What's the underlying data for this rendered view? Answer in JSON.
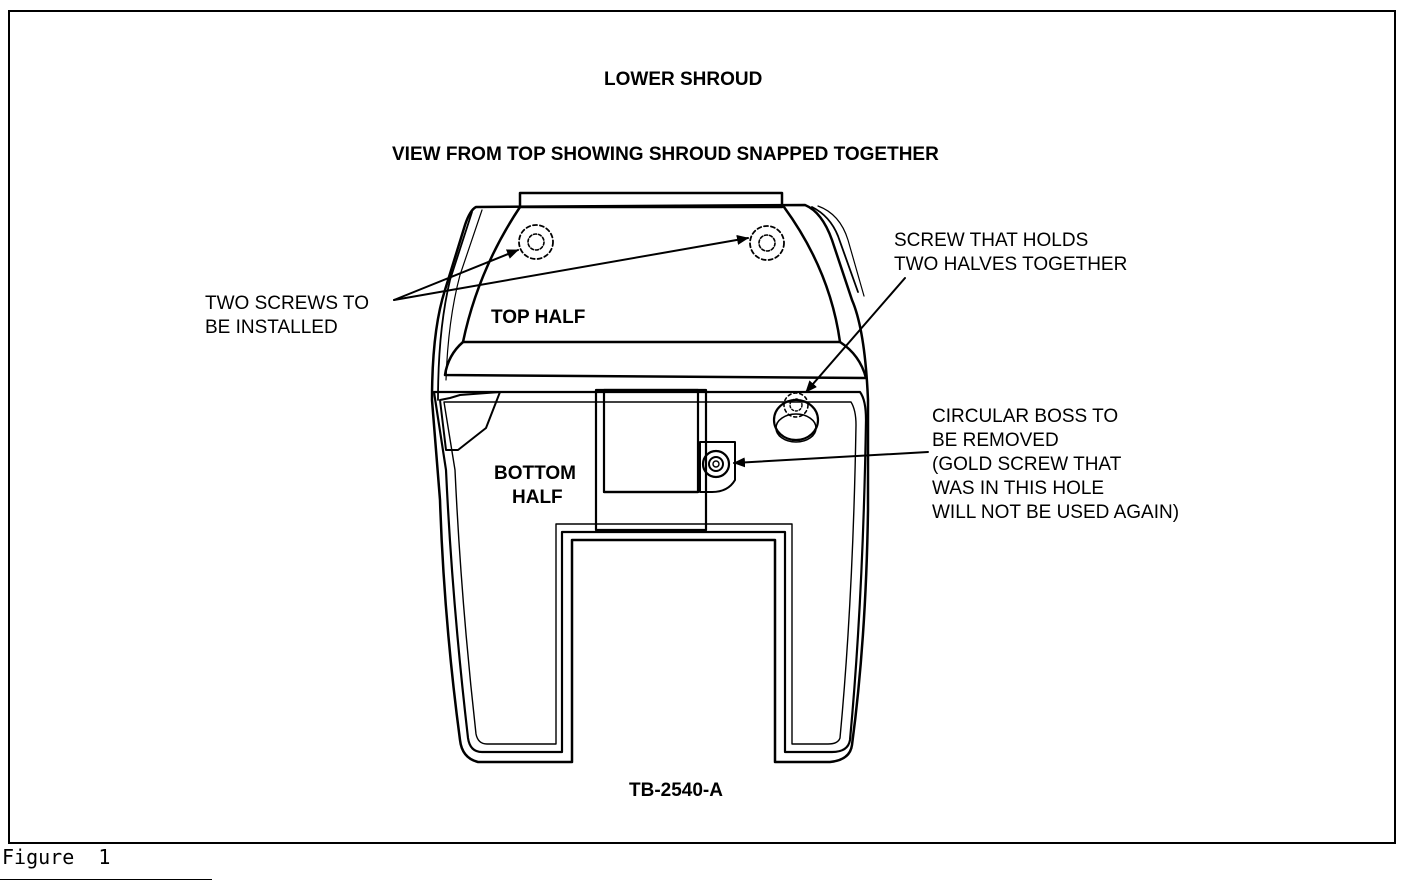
{
  "title": "LOWER SHROUD",
  "subtitle": "VIEW FROM TOP SHOWING SHROUD SNAPPED TOGETHER",
  "labels": {
    "two_screws_line1": "TWO SCREWS TO",
    "two_screws_line2": "BE INSTALLED",
    "top_half": "TOP HALF",
    "bottom_half_line1": "BOTTOM",
    "bottom_half_line2": "HALF",
    "screw_holds_line1": "SCREW THAT HOLDS",
    "screw_holds_line2": "TWO HALVES TOGETHER",
    "boss_line1": "CIRCULAR BOSS TO",
    "boss_line2": "BE REMOVED",
    "boss_line3": "(GOLD SCREW THAT",
    "boss_line4": "WAS IN THIS HOLE",
    "boss_line5": "WILL NOT BE USED AGAIN)"
  },
  "figure_code": "TB-2540-A",
  "caption": "Figure  1"
}
